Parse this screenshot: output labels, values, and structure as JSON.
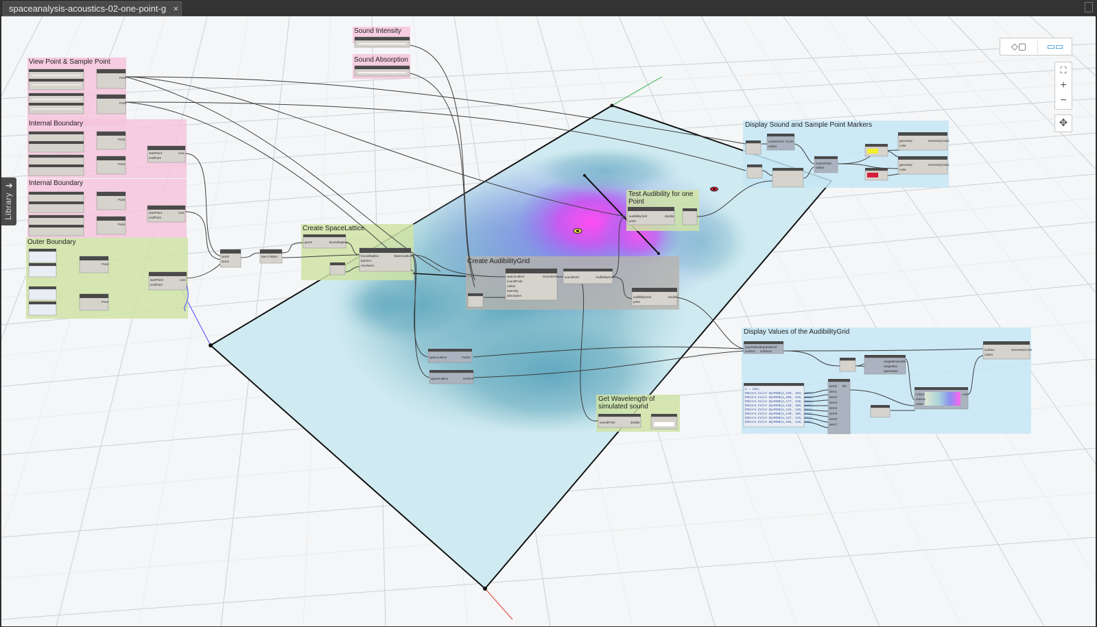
{
  "tab": {
    "title": "spaceanalysis-acoustics-02-one-point-g",
    "close": "×"
  },
  "library": {
    "label": "Library",
    "arrow": "➜"
  },
  "view_toggle": {
    "geometry_glyph": "◇▢",
    "graph_glyph": "▭▭"
  },
  "zoom": {
    "fit": "⛶",
    "in": "+",
    "out": "−",
    "pan": "✥"
  },
  "groups": {
    "sound_intensity": "Sound Intensity",
    "sound_absorption": "Sound Absorption",
    "view_point": "View Point & Sample Point",
    "internal_boundary_1": "Internal Boundary",
    "internal_boundary_2": "Internal Boundary",
    "outer_boundary": "Outer Boundary",
    "create_spacelattice": "Create SpaceLattice",
    "create_audibilitygrid": "Create AudibilityGrid",
    "test_audibility_1": "Test Audibility for one",
    "test_audibility_2": "Point",
    "display_markers": "Display Sound and Sample Point Markers",
    "display_values": "Display Values of the AudibilityGrid",
    "wavelength_1": "Get Wavelength of",
    "wavelength_2": "simulated sound"
  },
  "code_lines": [
    "DSCore.Color.ByARGB(a,229, 163, 127);",
    "DSCore.Color.ByARGB(a,206, 216, 191);",
    "DSCore.Color.ByARGB(a,177, 210, 211);",
    "DSCore.Color.ByARGB(a,140, 186, 219);",
    "DSCore.Color.ByARGB(a,131, 140, 212);",
    "DSCore.Color.ByARGB(a,130, 100, 241);",
    "DSCore.Color.ByARGB(a,127, 118, 241);",
    "DSCore.Color.ByARGB(a,255, 116, 236);"
  ],
  "colors": {
    "group_pink": "#f7c6dd",
    "group_green": "#cfe3a6",
    "group_blue": "#c6e6f6",
    "group_gray": "#b6b3ad",
    "wire": "#3c3c3c",
    "lattice_plane": "#cbe9ef"
  }
}
